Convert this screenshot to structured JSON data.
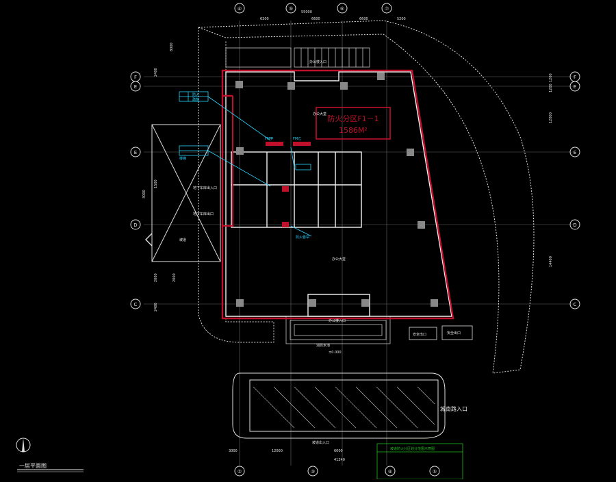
{
  "drawing": {
    "title": "一层平面图",
    "fire_zone_label": "防火分区F1－1",
    "fire_zone_area": "1586M²",
    "dimensions": {
      "top_total": "55000",
      "top_1": "6300",
      "top_2": "6600",
      "top_3": "6600",
      "top_4": "5200",
      "left_1": "8000",
      "left_2": "2400",
      "left_3": "1500",
      "left_4": "2000",
      "left_5": "3000",
      "left_6": "2000",
      "left_7": "2400",
      "right_1": "1200",
      "right_2": "1200",
      "right_3": "12000",
      "right_4": "14400",
      "bottom_1": "3000",
      "bottom_2": "12000",
      "bottom_3": "6000",
      "bottom_total": "41240"
    },
    "grid_top": [
      "④",
      "⑤",
      "⑥",
      "⑦"
    ],
    "grid_bottom": [
      "②",
      "③",
      "④",
      "⑤"
    ],
    "grid_left": [
      "F",
      "E",
      "E",
      "D",
      "C"
    ],
    "grid_right": [
      "F",
      "E",
      "E",
      "D",
      "C"
    ],
    "room_labels": {
      "main_hall": "办公大堂",
      "secondary_hall": "办公大堂",
      "entrance_top": "办公楼入口",
      "entrance_bottom": "办公楼入口",
      "parking_entrance": "地下车库出入口",
      "parking_entrance_2": "地下车库出口",
      "ramp": "坡道",
      "sunken": "消防水池",
      "exit_right_1": "安全出口",
      "exit_right_2": "安全出口",
      "city_entrance": "城南路入口",
      "bottom_label": "坡道出入口",
      "level_mark": "±0.000",
      "green_box_label": "坡道防火分区划分范围示意图"
    },
    "callouts": {
      "legend_a": "防火",
      "legend_b": "疏散",
      "tag_1": "FM甲",
      "tag_2": "FM乙",
      "tag_3": "楼梯",
      "tag_4": "防火卷帘"
    }
  },
  "colors": {
    "background": "#000000",
    "lines": "#e8e8e8",
    "fire_boundary": "#c0102a",
    "callout": "#29d5ff",
    "green": "#20c020"
  },
  "ui": {
    "nav_prev_icon": "chevron-left-icon"
  }
}
